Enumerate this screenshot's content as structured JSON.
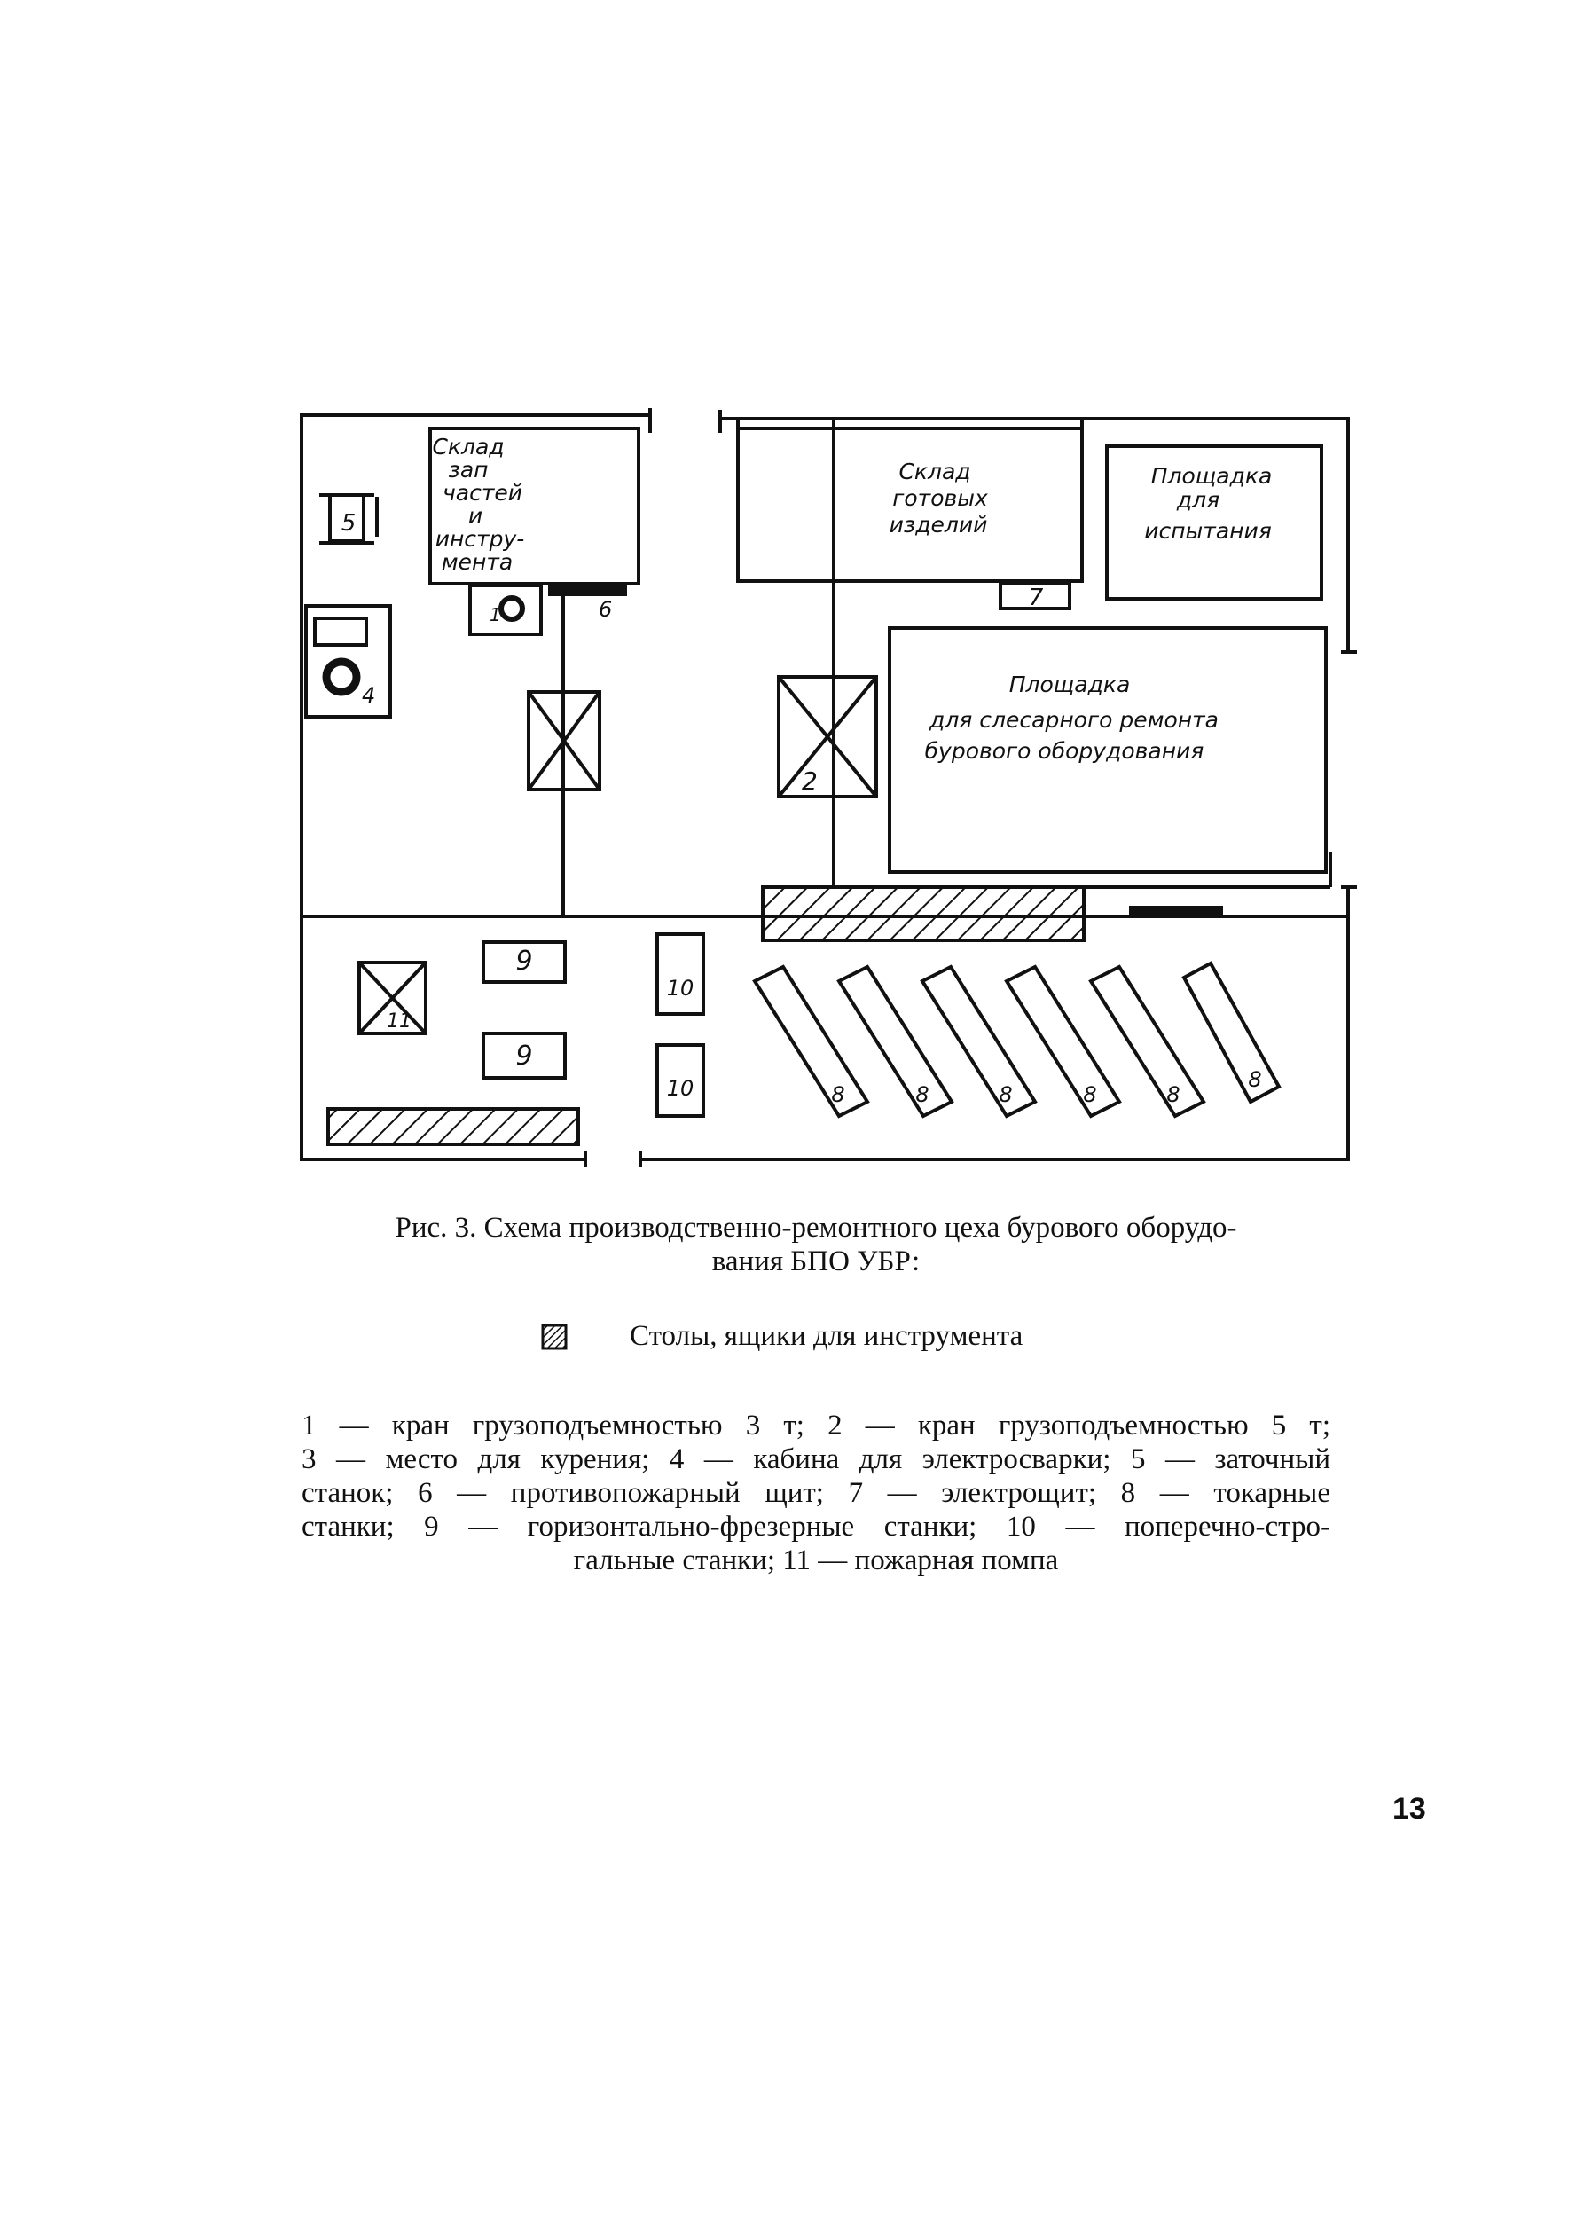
{
  "plan": {
    "labels": {
      "spare_parts_store": [
        "Склад",
        "зап",
        "частей",
        "и",
        "инстру-",
        "мента"
      ],
      "finished_goods_store": [
        "Склад",
        "готовых",
        "изделий"
      ],
      "test_area": [
        "Площадка",
        "для",
        "испытания"
      ],
      "repair_area": [
        "Площадка",
        "для слесарного ремонта",
        "бурового оборудования"
      ]
    },
    "markers": {
      "m1": "1",
      "m2": "2",
      "m4": "4",
      "m5": "5",
      "m6": "6",
      "m7": "7",
      "m8": "8",
      "m9": "9",
      "m10": "10",
      "m11": "11"
    }
  },
  "caption": {
    "line1": "Рис. 3. Схема производственно-ремонтного цеха бурового оборудо-",
    "line2": "вания БПО УБР:"
  },
  "legend": {
    "text": "Столы, ящики для инструмента"
  },
  "description": {
    "lines": [
      "1 — кран грузоподъемностью 3 т; 2 — кран грузоподъемностью 5 т;",
      "3 — место для курения; 4 — кабина для электросварки; 5 — заточный",
      "станок; 6 — противопожарный щит; 7 — электрощит; 8 — токарные",
      "станки; 9 — горизонтально-фрезерные станки; 10 — поперечно-стро-",
      "гальные станки; 11 — пожарная помпа"
    ]
  },
  "page_number": "13",
  "colors": {
    "ink": "#111111",
    "paper": "#ffffff"
  }
}
